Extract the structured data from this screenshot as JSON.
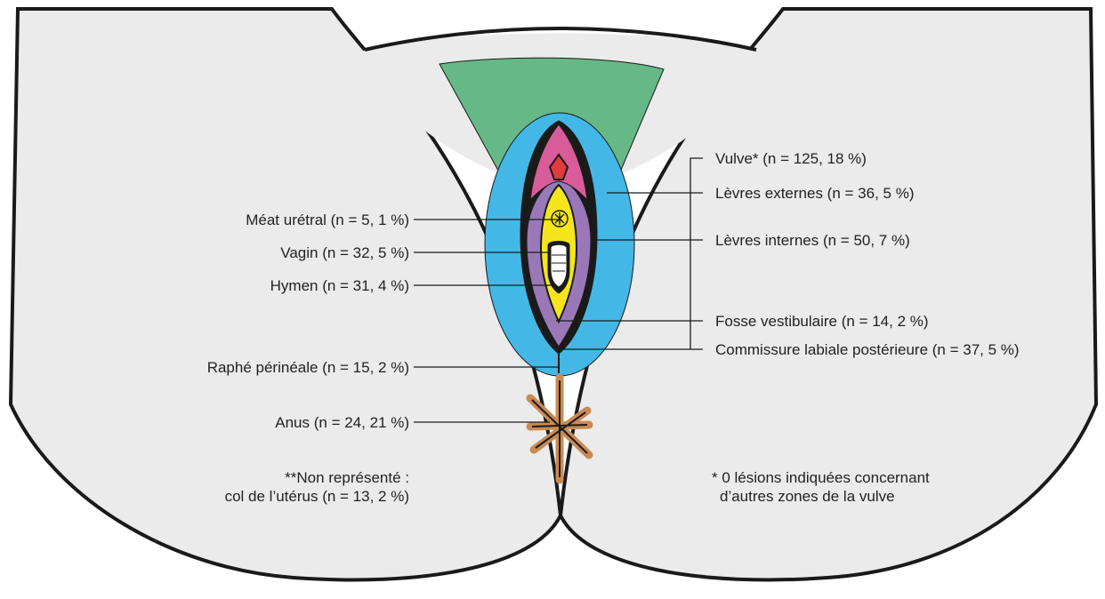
{
  "labels": {
    "left": {
      "meatus": "Méat urétral (n = 5, 1 %)",
      "vagina": "Vagin (n = 32, 5 %)",
      "hymen": "Hymen (n = 31, 4 %)",
      "raphe": "Raphé périnéale (n = 15, 2 %)",
      "anus": "Anus (n = 24, 21 %)"
    },
    "right": {
      "vulva": "Vulve* (n = 125, 18 %)",
      "labia_majora": "Lèvres externes (n = 36, 5 %)",
      "labia_minora": "Lèvres internes (n = 50, 7 %)",
      "fossa": "Fosse vestibulaire (n = 14, 2 %)",
      "commissure": "Commissure labiale postérieure (n = 37, 5 %)"
    }
  },
  "notes": {
    "cervix_line1": "**Non représenté :",
    "cervix_line2": "col de l’utérus (n = 13, 2 %)",
    "vulva_line1": "* 0 lésions indiquées concernant",
    "vulva_line2": "d’autres zones de la vulve"
  },
  "colors": {
    "skin": "#ebebeb",
    "outline": "#1a1a1a",
    "pubic": "#66b886",
    "labia_majora": "#43b8e6",
    "clitoral_hood": "#d95c9a",
    "clitoris": "#e03c3c",
    "labia_minora": "#9a78b8",
    "vestibule": "#f5e61c",
    "hymen": "#ffffff",
    "anus": "#c98a52"
  }
}
